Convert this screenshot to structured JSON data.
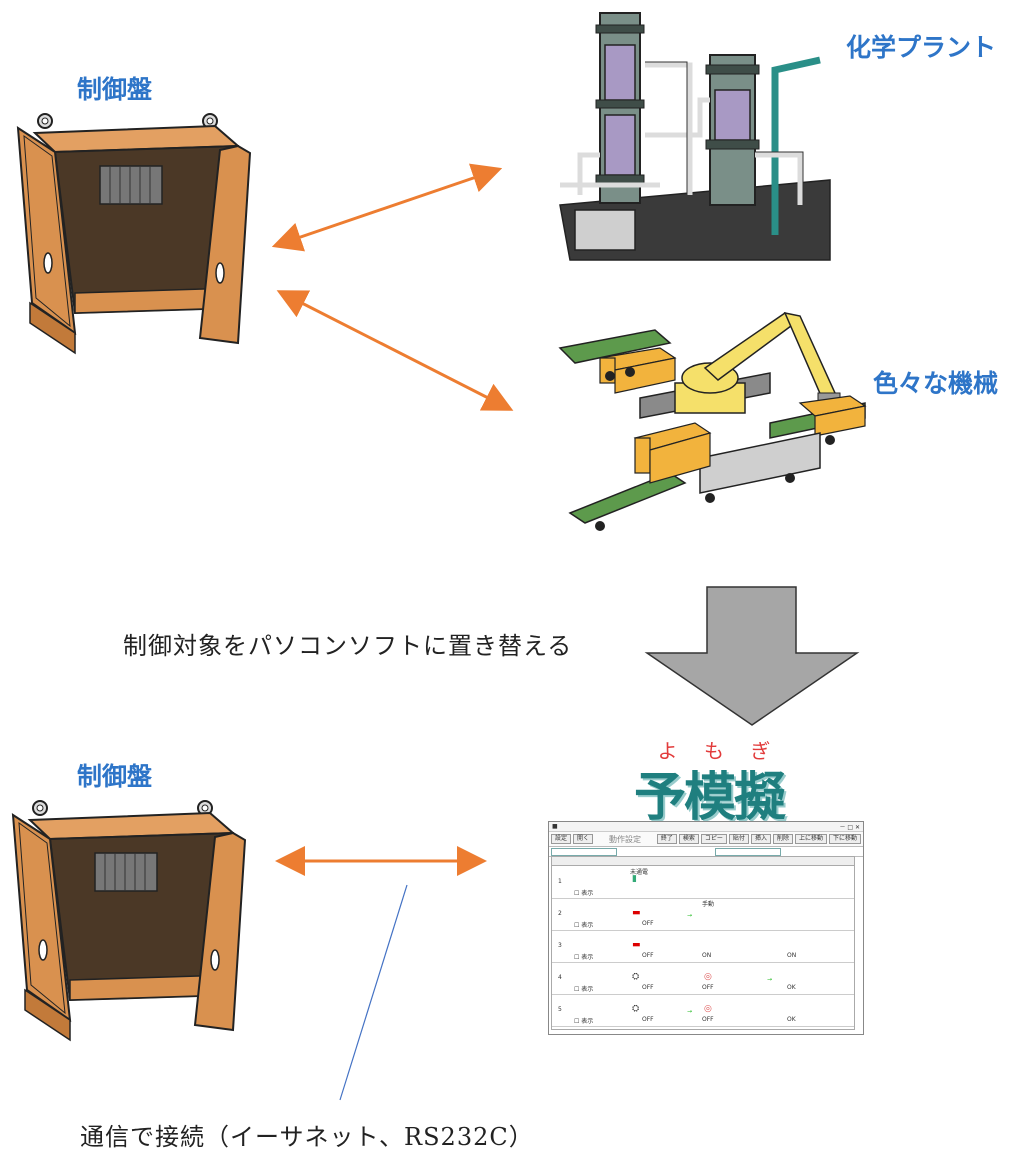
{
  "labels": {
    "control_panel_top": "制御盤",
    "chemical_plant": "化学プラント",
    "machines": "色々な機械",
    "replace_caption": "制御対象をパソコンソフトに置き替える",
    "control_panel_bottom": "制御盤",
    "connection_caption": "通信で接続（イーサネット、RS232C）"
  },
  "logo": {
    "main": "予模擬",
    "furigana": "よ も ぎ"
  },
  "software_window": {
    "title": "動作設定",
    "toolbar_left": [
      "設定",
      "開く"
    ],
    "toolbar_right": [
      "終了",
      "検索",
      "コピー",
      "貼付",
      "挿入",
      "削除",
      "上に移動",
      "下に移動"
    ],
    "row_items": [
      {
        "no": "1",
        "check": "表示",
        "b": "未通電",
        "e": "",
        "g": ""
      },
      {
        "no": "2",
        "check": "表示",
        "b": "OFF",
        "e": "手動",
        "g": ""
      },
      {
        "no": "3",
        "check": "表示",
        "b": "OFF",
        "e": "ON",
        "g": "ON"
      },
      {
        "no": "4",
        "check": "表示",
        "b": "OFF",
        "e": "OFF",
        "g": "OK"
      },
      {
        "no": "5",
        "check": "表示",
        "b": "OFF",
        "e": "OFF",
        "g": "OK"
      }
    ]
  },
  "colors": {
    "label_blue": "#2e75c8",
    "arrow_orange": "#ed7d31",
    "connector_line": "#4472c4",
    "cabinet_wood": "#d9914f",
    "big_arrow_gray": "#a6a6a6",
    "logo_teal": "#1f7f7f"
  }
}
